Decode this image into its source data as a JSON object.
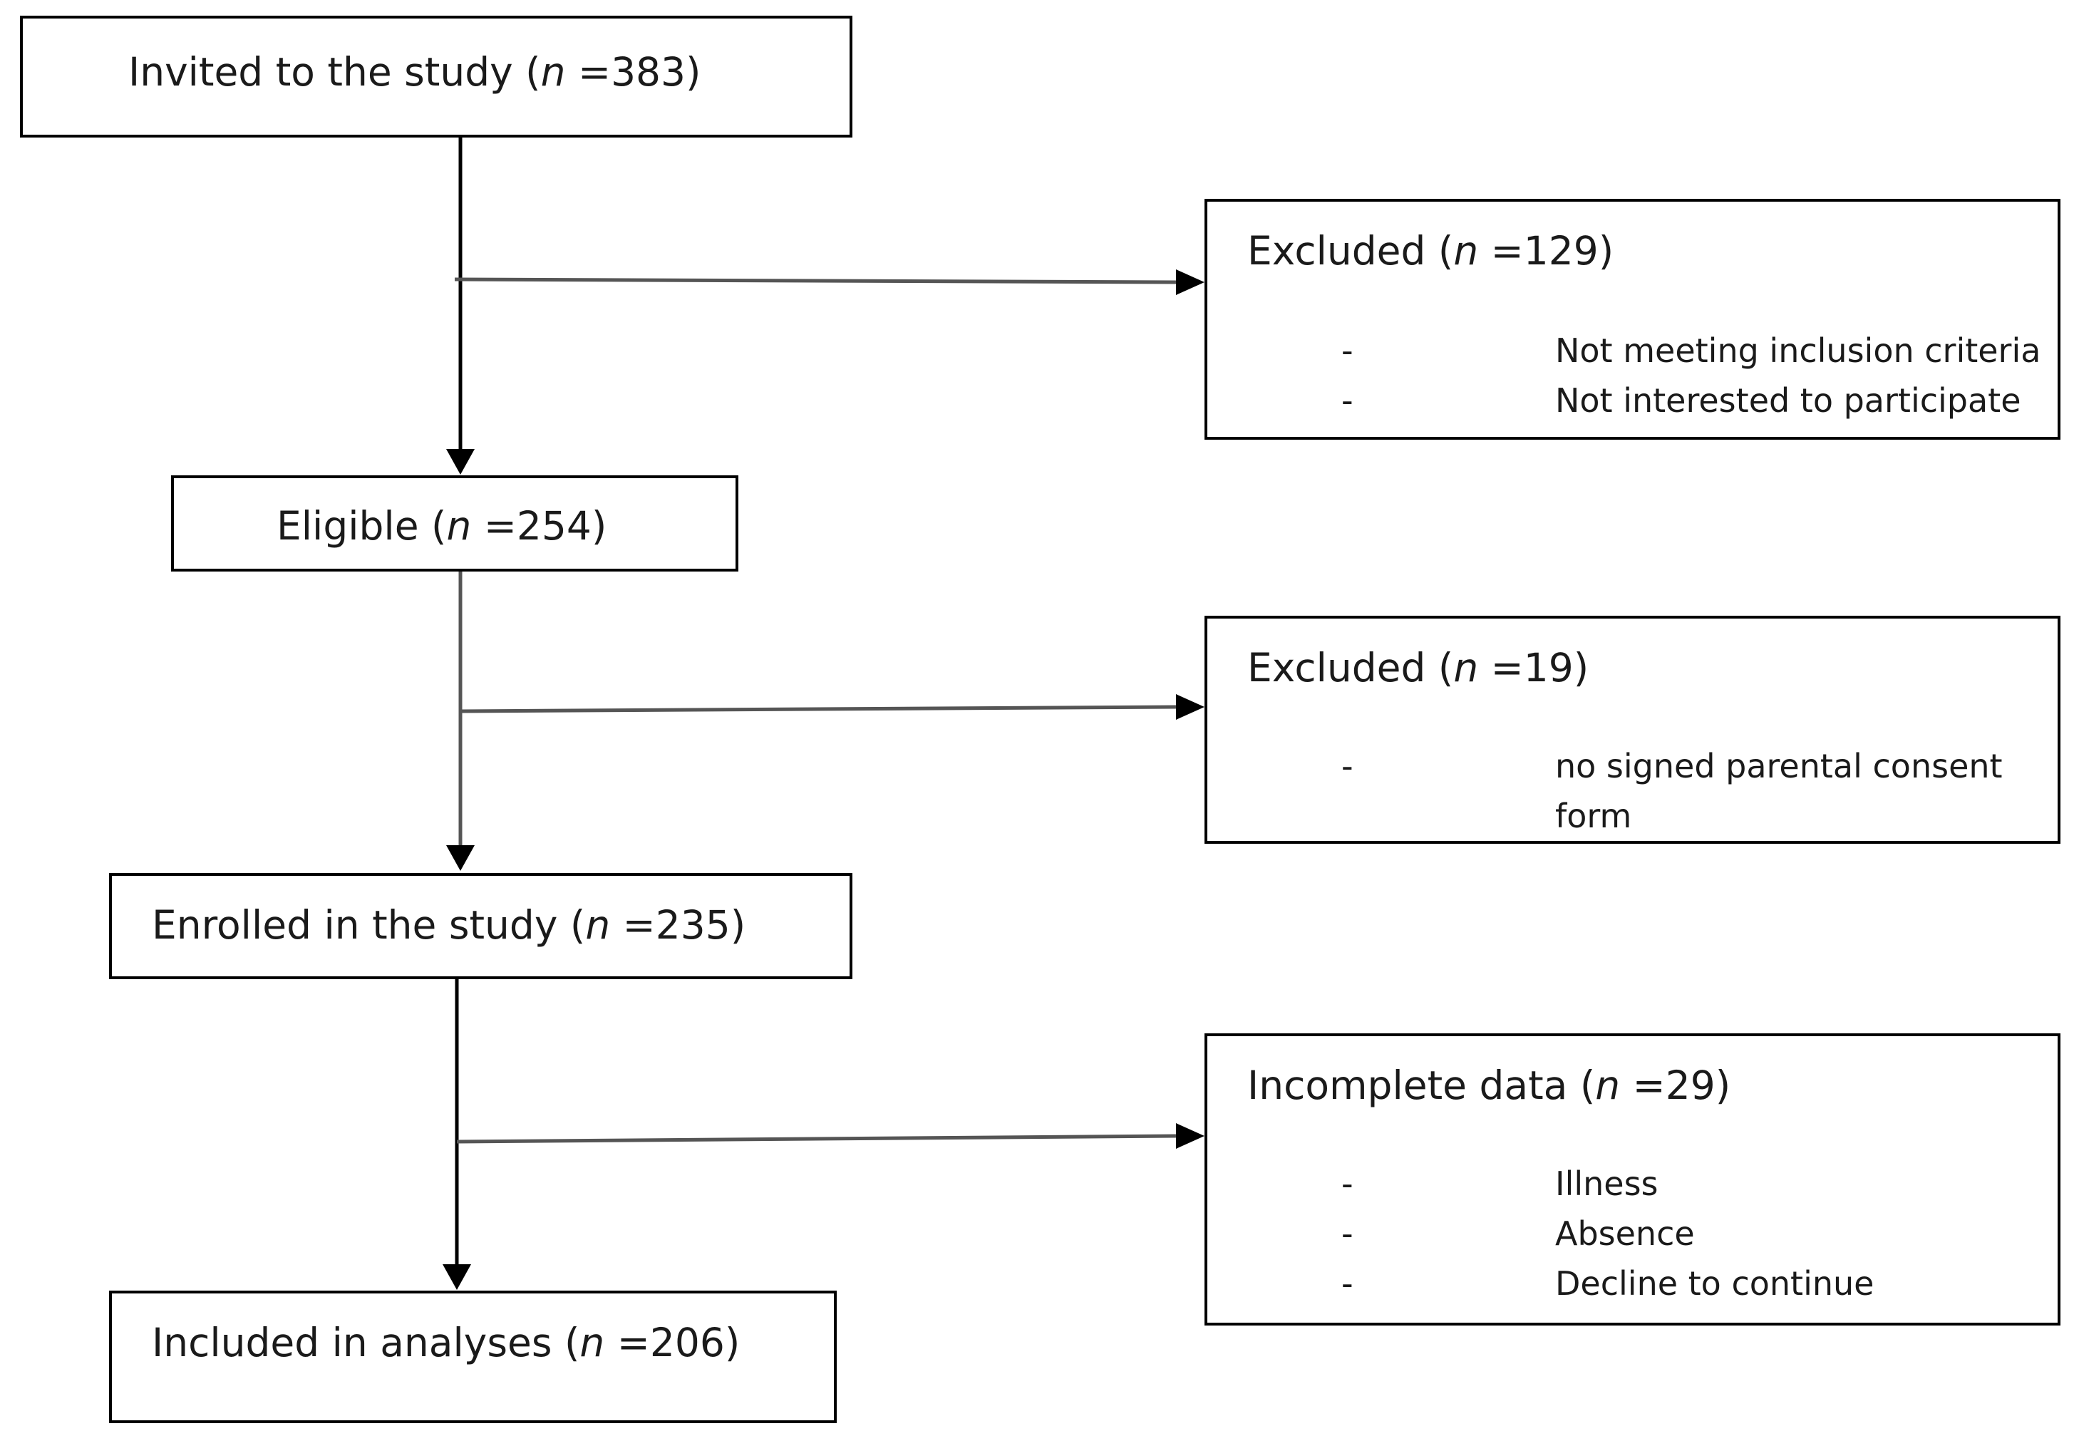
{
  "flow": {
    "invited": {
      "prefix": "Invited to the study (",
      "n": "n",
      "suffix": " =383)"
    },
    "eligible": {
      "prefix": "Eligible (",
      "n": "n",
      "suffix": " =254)"
    },
    "enrolled": {
      "prefix": "Enrolled in the study (",
      "n": "n",
      "suffix": " =235)"
    },
    "included": {
      "prefix": "Included in analyses (",
      "n": "n",
      "suffix": " =206)"
    }
  },
  "exclusions": [
    {
      "title": {
        "prefix": "Excluded (",
        "n": "n",
        "suffix": " =129)"
      },
      "items": [
        {
          "dash": "-",
          "text": "Not meeting inclusion criteria"
        },
        {
          "dash": "-",
          "text": "Not interested to participate"
        }
      ]
    },
    {
      "title": {
        "prefix": "Excluded (",
        "n": "n",
        "suffix": " =19)"
      },
      "items": [
        {
          "dash": "-",
          "text": "no signed parental consent form"
        }
      ]
    },
    {
      "title": {
        "prefix": "Incomplete data (",
        "n": "n",
        "suffix": " =29)"
      },
      "items": [
        {
          "dash": "-",
          "text": "Illness"
        },
        {
          "dash": "-",
          "text": "Absence"
        },
        {
          "dash": "-",
          "text": "Decline to continue"
        }
      ]
    }
  ],
  "colors": {
    "line": "#000000",
    "connector": "#555555",
    "text": "#1a1a1a",
    "background": "#ffffff"
  }
}
